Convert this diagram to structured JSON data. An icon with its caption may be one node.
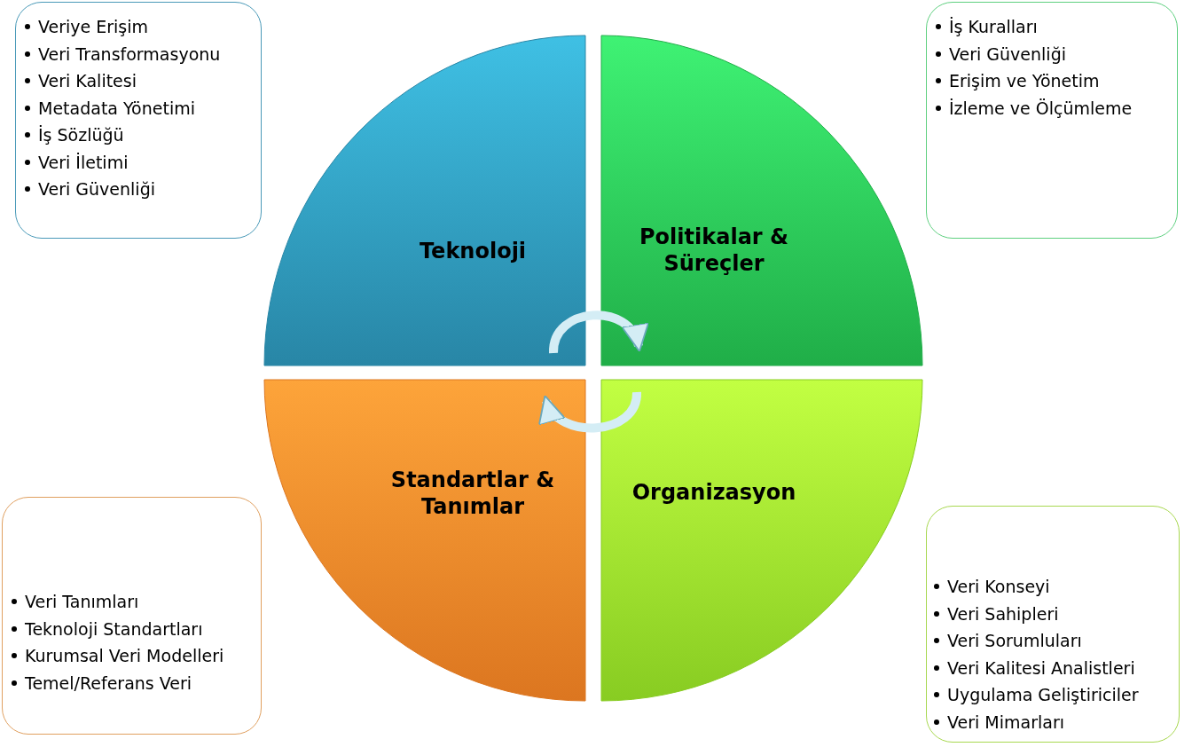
{
  "diagram": {
    "nodes": [
      {
        "text": [
          "Veriye Erişim",
          "Veri Transformasyonu",
          "Veri Kalitesi",
          "Metadata Yönetimi",
          "İş Sözlüğü",
          "Veri İletimi",
          "Veri Güvenliği"
        ]
      },
      {
        "text": [
          "İş Kuralları",
          "Veri Güvenliği",
          "Erişim ve Yönetim",
          "İzleme ve Ölçümleme"
        ]
      },
      {
        "text": [
          "Teknoloji"
        ]
      },
      {
        "text": [
          "Politikalar & Süreçler"
        ]
      },
      {
        "text": [
          "Standartlar & Tanımlar"
        ]
      },
      {
        "text": [
          "Organizasyon"
        ]
      },
      {
        "text": [
          "Veri Tanımları",
          "Teknoloji Standartları",
          "Kurumsal Veri Modelleri",
          "Temel/Referans Veri"
        ]
      },
      {
        "text": [
          "Veri Konseyi",
          "Veri Sahipleri",
          "Veri Sorumluları",
          "Veri Kalitesi Analistleri",
          "Uygulama Geliştiriciler",
          "Veri Mimarları"
        ]
      }
    ],
    "edges": [
      {
        "from": 2,
        "to": 3,
        "arrow": "to"
      },
      {
        "from": 5,
        "to": 4,
        "arrow": "to"
      }
    ]
  }
}
